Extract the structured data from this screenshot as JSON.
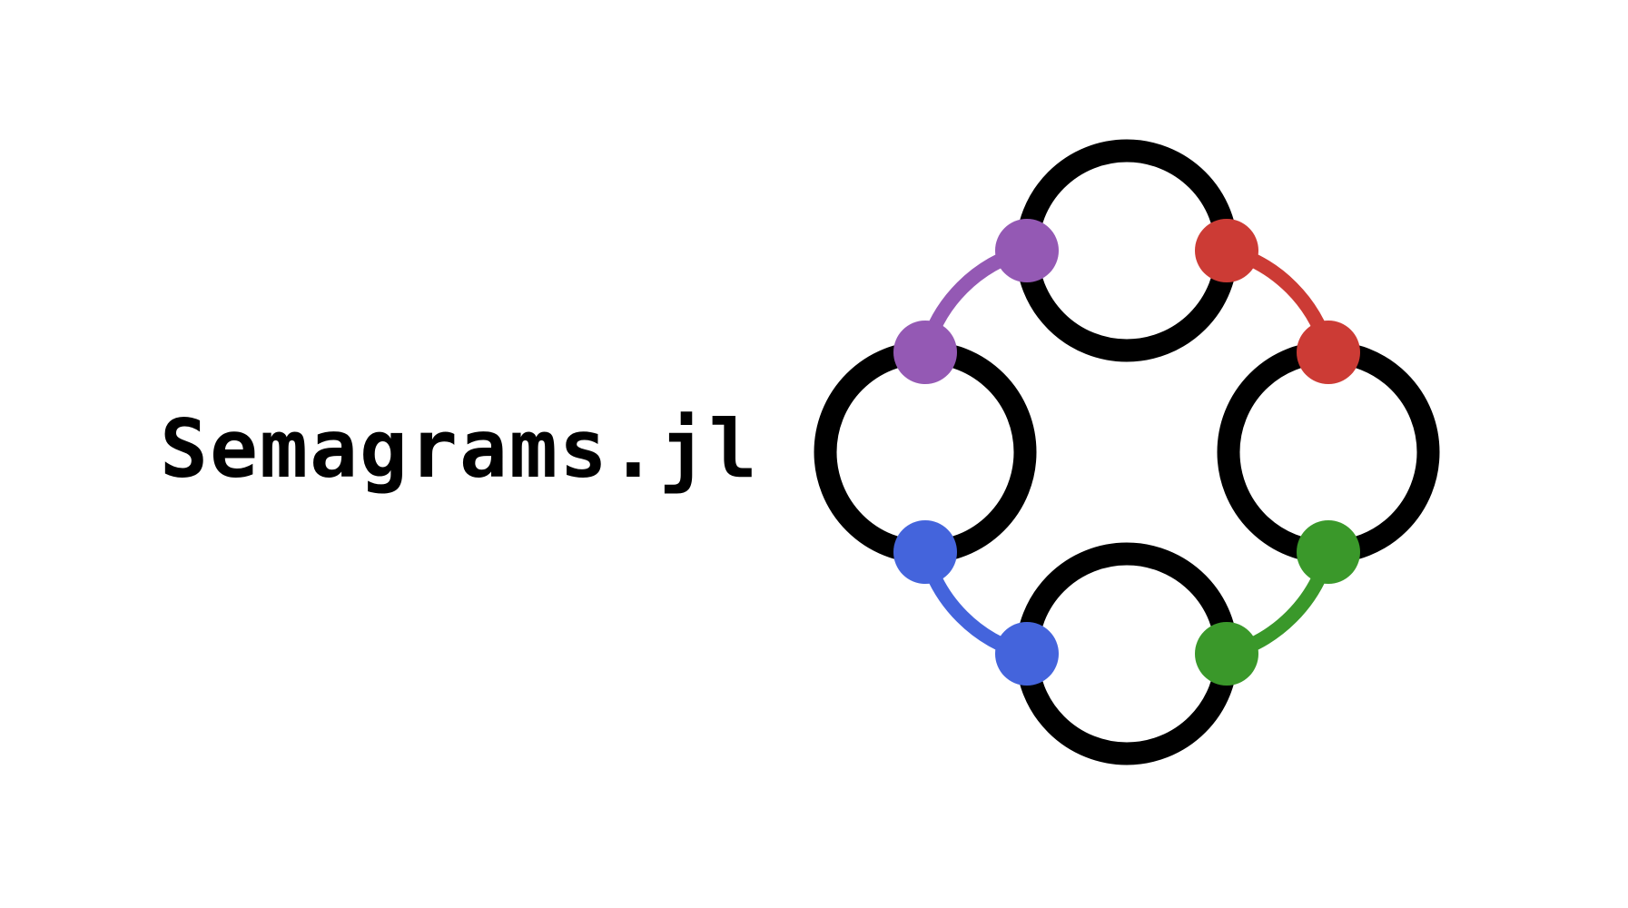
{
  "title": "Semagrams.jl",
  "logo": {
    "ring_color": "#000000",
    "ports": [
      {
        "name": "purple",
        "color": "#9459b4"
      },
      {
        "name": "red",
        "color": "#cc3b35"
      },
      {
        "name": "blue",
        "color": "#4464dc"
      },
      {
        "name": "green",
        "color": "#3a982a"
      }
    ]
  }
}
